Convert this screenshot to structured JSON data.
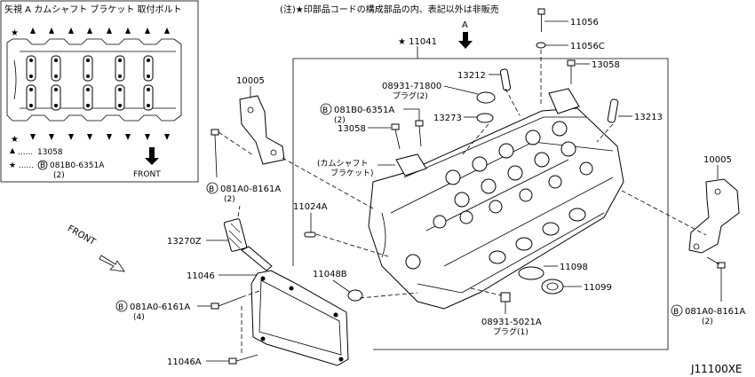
{
  "inset": {
    "title": "矢視 A カムシャフト ブラケット 取付ボルト",
    "legend_triangle_code": "13058",
    "legend_star_code": "081B0-6351A",
    "legend_star_qty": "(2)",
    "front_label": "FRONT"
  },
  "note": "(注)★印部品コードの構成部品の内、表記以外は非販売",
  "arrow_a": "A",
  "front_main": "FRONT",
  "diagram_id": "J11100XE",
  "parts": {
    "p11056": "11056",
    "p11056c": "11056C",
    "p13058_top": "13058",
    "p11041": "★ 11041",
    "p13212": "13212",
    "p08931_71800": "08931-71800",
    "p08931_71800_sub": "プラグ(2)",
    "p081b0_6351a": "081B0-6351A",
    "p081b0_6351a_qty": "(2)",
    "p13273": "13273",
    "p13213": "13213",
    "p13058_mid": "13058",
    "p10005_left": "10005",
    "p10005_right": "10005",
    "p081a0_8161a_left": "081A0-8161A",
    "p081a0_8161a_left_qty": "(2)",
    "p081a0_8161a_right": "081A0-8161A",
    "p081a0_8161a_right_qty": "(2)",
    "bracket_label_1": "(カムシャフト",
    "bracket_label_2": "ブラケット)",
    "p11024a": "11024A",
    "p13270z": "13270Z",
    "p11046": "11046",
    "p11048b": "11048B",
    "p081a0_6161a": "081A0-6161A",
    "p081a0_6161a_qty": "(4)",
    "p11046a": "11046A",
    "p11098": "11098",
    "p11099": "11099",
    "p08931_5021a": "08931-5021A",
    "p08931_5021a_sub": "プラグ(1)"
  },
  "circle_b": "B"
}
